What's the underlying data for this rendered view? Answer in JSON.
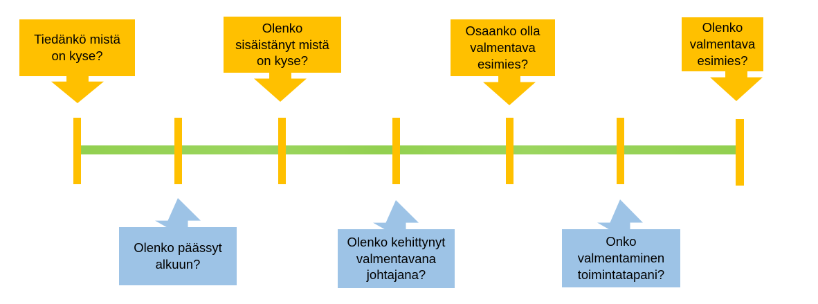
{
  "colors": {
    "background": "#FFFFFF",
    "callout_orange": "#FFC000",
    "callout_blue": "#9DC3E6",
    "timeline_green": "#92D050",
    "text": "#000000"
  },
  "timeline": {
    "orientation": "horizontal",
    "tick_count": 7
  },
  "top_callouts": [
    {
      "label": "Tiedänkö mistä\non kyse?"
    },
    {
      "label": "Olenko\nsisäistänyt mistä\non kyse?"
    },
    {
      "label": "Osaanko olla\nvalmentava\nesimies?"
    },
    {
      "label": "Olenko\nvalmentava\nesimies?"
    }
  ],
  "bottom_callouts": [
    {
      "label": "Olenko päässyt\nalkuun?"
    },
    {
      "label": "Olenko kehittynyt\nvalmentavana\njohtajana?"
    },
    {
      "label": "Onko\nvalmentaminen\ntoimintatapani?"
    }
  ]
}
